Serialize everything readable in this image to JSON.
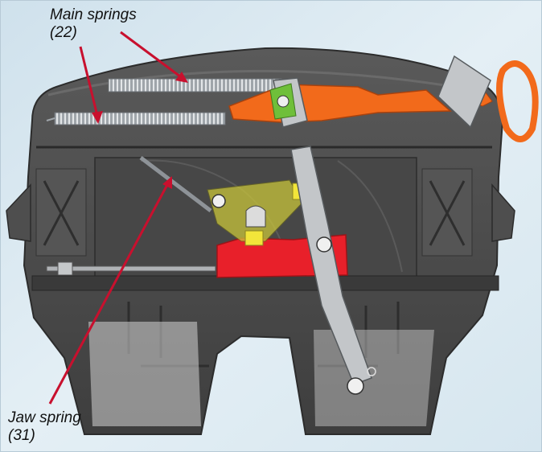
{
  "callouts": {
    "main_springs": {
      "name": "Main springs",
      "ref": "(22)"
    },
    "jaw_spring": {
      "name": "Jaw spring",
      "ref": "(31)"
    }
  },
  "colors": {
    "background": "#dbe9f2",
    "housing": "#4a4a4a",
    "handle": "#f26a1b",
    "jaw_red": "#e8202a",
    "lock_yellow": "#efe23a",
    "lever_gray": "#b9bec3",
    "leader_line": "#c8102e",
    "green_part": "#6fbf3a"
  },
  "icons": [
    "spring-icon",
    "pull-handle-icon",
    "lock-lever-icon"
  ]
}
